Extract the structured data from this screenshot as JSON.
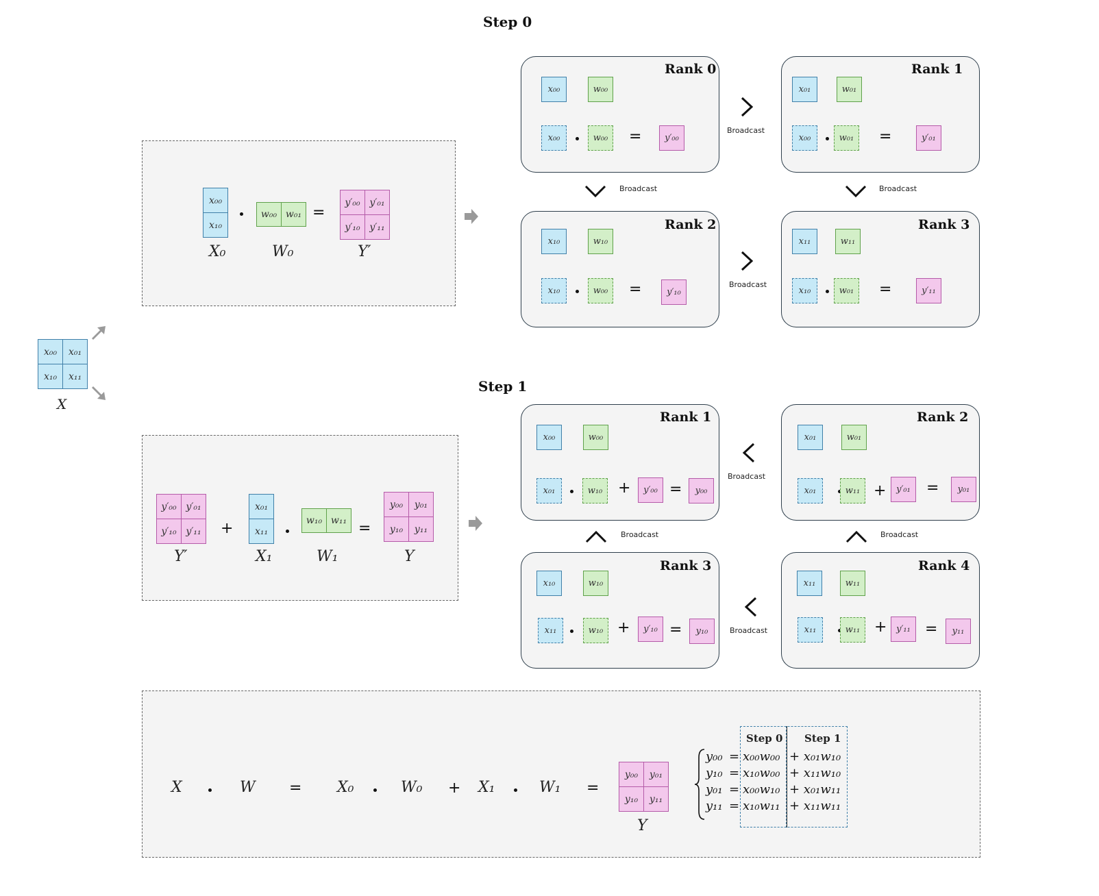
{
  "steps": {
    "step0_title": "Step 0",
    "step1_title": "Step 1"
  },
  "broadcast_label": "Broadcast",
  "input": {
    "label": "X",
    "cells": [
      "x₀₀",
      "x₀₁",
      "x₁₀",
      "x₁₁"
    ]
  },
  "step0_panel": {
    "x0_label": "X₀",
    "x0_cells": [
      "x₀₀",
      "x₁₀"
    ],
    "w0_label": "W₀",
    "w0_cells": [
      "w₀₀",
      "w₀₁"
    ],
    "y_label": "Y′",
    "y_cells": [
      "y′₀₀",
      "y′₀₁",
      "y′₁₀",
      "y′₁₁"
    ],
    "eq": "="
  },
  "step1_panel": {
    "yprime_label": "Y′",
    "yprime_cells": [
      "y′₀₀",
      "y′₀₁",
      "y′₁₀",
      "y′₁₁"
    ],
    "plus": "+",
    "x1_label": "X₁",
    "x1_cells": [
      "x₀₁",
      "x₁₁"
    ],
    "w1_label": "W₁",
    "w1_cells": [
      "w₁₀",
      "w₁₁"
    ],
    "eq": "=",
    "y_label": "Y",
    "y_cells": [
      "y₀₀",
      "y₀₁",
      "y₁₀",
      "y₁₁"
    ]
  },
  "step0_ranks": [
    {
      "title": "Rank 0",
      "x": "x₀₀",
      "w": "w₀₀",
      "xd": "x₀₀",
      "wd": "w₀₀",
      "eq": "=",
      "y": "y′₀₀"
    },
    {
      "title": "Rank 1",
      "x": "x₀₁",
      "w": "w₀₁",
      "xd": "x₀₀",
      "wd": "w₀₁",
      "eq": "=",
      "y": "y′₀₁"
    },
    {
      "title": "Rank 2",
      "x": "x₁₀",
      "w": "w₁₀",
      "xd": "x₁₀",
      "wd": "w₀₀",
      "eq": "=",
      "y": "y′₁₀"
    },
    {
      "title": "Rank 3",
      "x": "x₁₁",
      "w": "w₁₁",
      "xd": "x₁₀",
      "wd": "w₀₁",
      "eq": "=",
      "y": "y′₁₁"
    }
  ],
  "step1_ranks": [
    {
      "title": "Rank 1",
      "x": "x₀₀",
      "w": "w₀₀",
      "xd": "x₀₁",
      "wd": "w₁₀",
      "plus": "+",
      "yp": "y′₀₀",
      "eq": "=",
      "y": "y₀₀"
    },
    {
      "title": "Rank 2",
      "x": "x₀₁",
      "w": "w₀₁",
      "xd": "x₀₁",
      "wd": "w₁₁",
      "plus": "+",
      "yp": "y′₀₁",
      "eq": "=",
      "y": "y₀₁"
    },
    {
      "title": "Rank 3",
      "x": "x₁₀",
      "w": "w₁₀",
      "xd": "x₁₁",
      "wd": "w₁₀",
      "plus": "+",
      "yp": "y′₁₀",
      "eq": "=",
      "y": "y₁₀"
    },
    {
      "title": "Rank 4",
      "x": "x₁₁",
      "w": "w₁₁",
      "xd": "x₁₁",
      "wd": "w₁₁",
      "plus": "+",
      "yp": "y′₁₁",
      "eq": "=",
      "y": "y₁₁"
    }
  ],
  "summary": {
    "terms": [
      "X",
      "W",
      "=",
      "X₀",
      "W₀",
      "+",
      "X₁",
      "W₁",
      "="
    ],
    "y_label": "Y",
    "y_cells": [
      "y₀₀",
      "y₀₁",
      "y₁₀",
      "y₁₁"
    ],
    "table_headers": [
      "Step 0",
      "Step 1"
    ],
    "rows": [
      {
        "lhs": "y₀₀",
        "eq": "=",
        "step0": "x₀₀w₀₀",
        "step1": "+ x₀₁w₁₀"
      },
      {
        "lhs": "y₁₀",
        "eq": "=",
        "step0": "x₁₀w₀₀",
        "step1": "+ x₁₁w₁₀"
      },
      {
        "lhs": "y₀₁",
        "eq": "=",
        "step0": "x₀₀w₁₀",
        "step1": "+ x₀₁w₁₁"
      },
      {
        "lhs": "y₁₁",
        "eq": "=",
        "step0": "x₁₀w₁₁",
        "step1": "+ x₁₁w₁₁"
      }
    ]
  },
  "colors": {
    "x_fill": "#c6e9f7",
    "w_fill": "#d3efc8",
    "y_fill": "#f3c8ec",
    "panel_fill": "#f4f4f4",
    "arrow": "#9a9a9a"
  }
}
